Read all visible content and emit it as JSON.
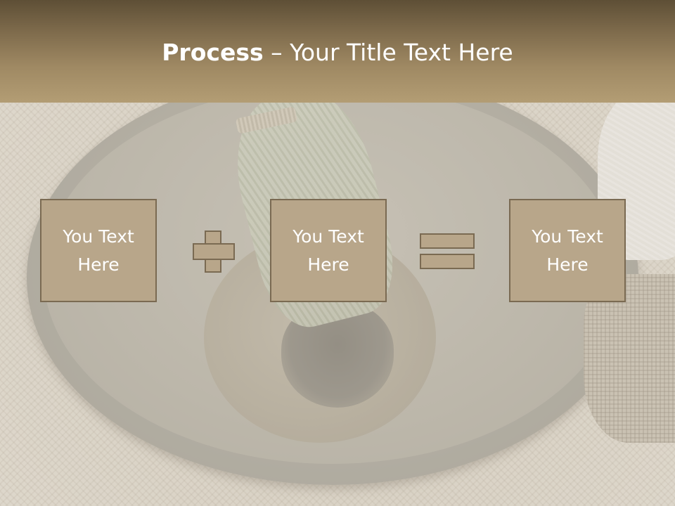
{
  "slide": {
    "title_bold": "Process",
    "title_rest": " – Your Title Text Here",
    "boxes": [
      {
        "text": "You Text Here"
      },
      {
        "text": "You Text Here"
      },
      {
        "text": "You Text Here"
      }
    ],
    "operators": [
      "plus-icon",
      "equals-icon"
    ],
    "colors": {
      "header_top": "#5e4f36",
      "header_bottom": "#b39d74",
      "box_fill": "#b8a68a",
      "box_border": "#7a6a52",
      "text": "#ffffff"
    }
  }
}
